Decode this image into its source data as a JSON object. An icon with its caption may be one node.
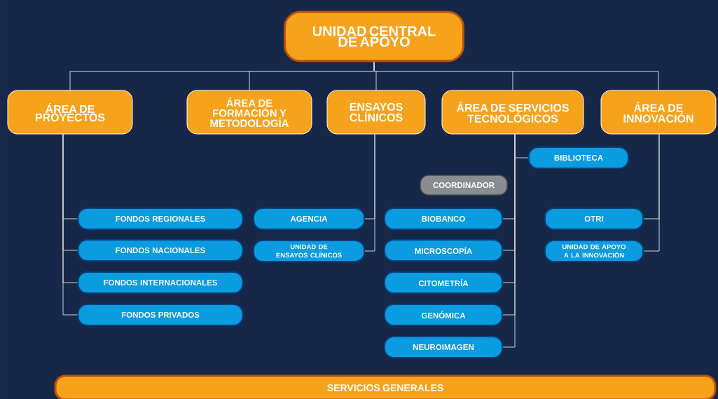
{
  "diagram": {
    "nodes": [
      {
        "text": [
          "UNIDAD CENTRAL DE APOYO"
        ]
      },
      {
        "text": [
          "ÁREA DE PROYECTOS"
        ]
      },
      {
        "text": [
          "ÁREA DE FORMACIÓN Y METODOLOGÍA"
        ]
      },
      {
        "text": [
          "ENSAYOS CLÍNICOS"
        ]
      },
      {
        "text": [
          "ÁREA DE SERVICIOS TECNOLÓGICOS"
        ]
      },
      {
        "text": [
          "ÁREA DE INNOVACIÓN"
        ]
      },
      {
        "text": [
          "BIBLIOTECA"
        ]
      },
      {
        "text": [
          "COORDINADOR"
        ]
      },
      {
        "text": [
          "FONDOS REGIONALES"
        ]
      },
      {
        "text": [
          "AGENCIA"
        ]
      },
      {
        "text": [
          "BIOBANCO"
        ]
      },
      {
        "text": [
          "OTRI"
        ]
      },
      {
        "text": [
          "FONDOS NACIONALES"
        ]
      },
      {
        "text": [
          "UNIDAD DE ENSAYOS CLÍNICOS"
        ]
      },
      {
        "text": [
          "MICROSCOPÍA"
        ]
      },
      {
        "text": [
          "UNIDAD DE APOYO A LA INNOVACIÓN"
        ]
      },
      {
        "text": [
          "FONDOS INTERNACIONALES"
        ]
      },
      {
        "text": [
          "CITOMETRÍA"
        ]
      },
      {
        "text": [
          "FONDOS PRIVADOS"
        ]
      },
      {
        "text": [
          "GENÓMICA"
        ]
      },
      {
        "text": [
          "NEUROIMAGEN"
        ]
      },
      {
        "text": [
          "SERVICIOS GENERALES"
        ]
      }
    ],
    "edges": [
      {
        "from": 0,
        "to": 1,
        "arrow": "none"
      },
      {
        "from": 0,
        "to": 2,
        "arrow": "none"
      },
      {
        "from": 0,
        "to": 3,
        "arrow": "none"
      },
      {
        "from": 0,
        "to": 4,
        "arrow": "none"
      },
      {
        "from": 0,
        "to": 5,
        "arrow": "none"
      },
      {
        "from": 1,
        "to": 8,
        "arrow": "none"
      },
      {
        "from": 1,
        "to": 12,
        "arrow": "none"
      },
      {
        "from": 1,
        "to": 16,
        "arrow": "none"
      },
      {
        "from": 1,
        "to": 18,
        "arrow": "none"
      },
      {
        "from": 3,
        "to": 9,
        "arrow": "none"
      },
      {
        "from": 3,
        "to": 13,
        "arrow": "none"
      },
      {
        "from": 4,
        "to": 6,
        "arrow": "none"
      },
      {
        "from": 4,
        "to": 10,
        "arrow": "none"
      },
      {
        "from": 4,
        "to": 14,
        "arrow": "none"
      },
      {
        "from": 4,
        "to": 17,
        "arrow": "none"
      },
      {
        "from": 4,
        "to": 19,
        "arrow": "none"
      },
      {
        "from": 4,
        "to": 20,
        "arrow": "none"
      },
      {
        "from": 5,
        "to": 11,
        "arrow": "none"
      },
      {
        "from": 5,
        "to": 15,
        "arrow": "none"
      }
    ]
  }
}
